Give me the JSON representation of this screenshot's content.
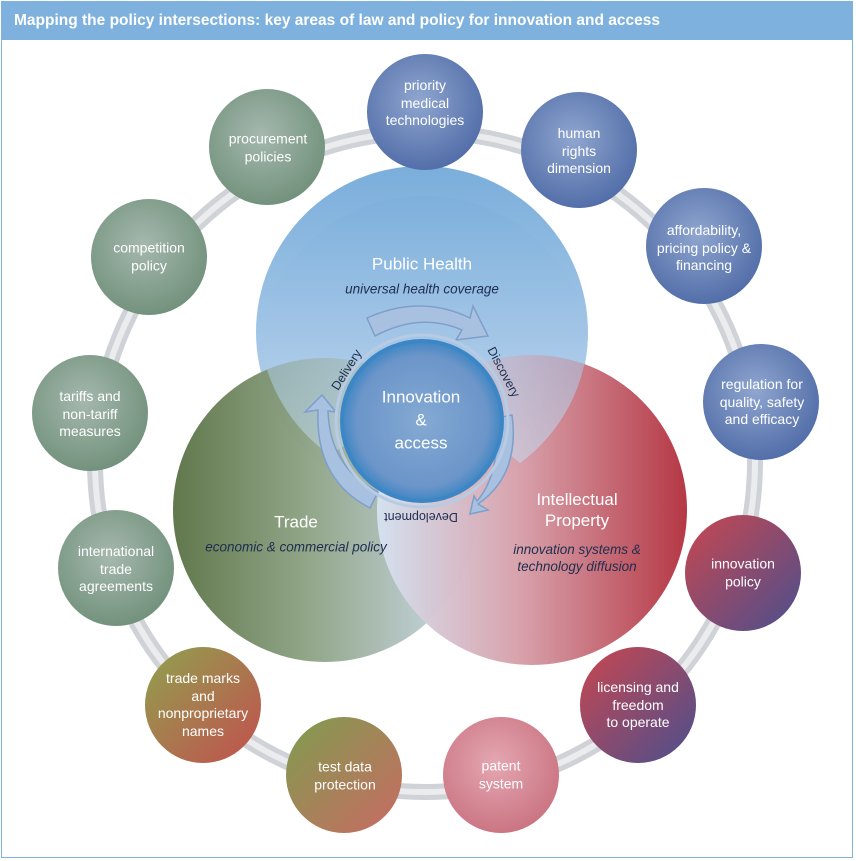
{
  "title": "Mapping the policy intersections: key areas of law and policy for innovation and access",
  "center": {
    "label": "Innovation\n&\naccess"
  },
  "cycle": {
    "delivery": "Delivery",
    "discovery": "Discovery",
    "development": "Development"
  },
  "domains": {
    "public_health": {
      "title": "Public Health",
      "subtitle": "universal health coverage"
    },
    "trade": {
      "title": "Trade",
      "subtitle": "economic & commercial policy"
    },
    "ip": {
      "title": "Intellectual\nProperty",
      "subtitle": "innovation systems &\ntechnology diffusion"
    }
  },
  "nodes": [
    {
      "id": "priority-medical-technologies",
      "label": "priority\nmedical\ntechnologies",
      "color_group": "public-health"
    },
    {
      "id": "human-rights-dimension",
      "label": "human\nrights\ndimension",
      "color_group": "public-health"
    },
    {
      "id": "affordability-pricing",
      "label": "affordability,\npricing policy &\nfinancing",
      "color_group": "public-health"
    },
    {
      "id": "regulation-quality",
      "label": "regulation for\nquality, safety\nand efficacy",
      "color_group": "public-health"
    },
    {
      "id": "innovation-policy",
      "label": "innovation\npolicy",
      "color_group": "ip"
    },
    {
      "id": "licensing-freedom",
      "label": "licensing and\nfreedom\nto operate",
      "color_group": "ip"
    },
    {
      "id": "patent-system",
      "label": "patent\nsystem",
      "color_group": "ip-light"
    },
    {
      "id": "test-data-protection",
      "label": "test data\nprotection",
      "color_group": "trade-ip"
    },
    {
      "id": "trade-marks",
      "label": "trade marks\nand\nnonproprietary\nnames",
      "color_group": "trade-ip"
    },
    {
      "id": "international-trade-agreements",
      "label": "international\ntrade\nagreements",
      "color_group": "trade"
    },
    {
      "id": "tariffs",
      "label": "tariffs and\nnon-tariff\nmeasures",
      "color_group": "trade"
    },
    {
      "id": "competition-policy",
      "label": "competition\npolicy",
      "color_group": "trade"
    },
    {
      "id": "procurement-policies",
      "label": "procurement\npolicies",
      "color_group": "trade"
    }
  ],
  "colors": {
    "title_bar": "#7eb1dd",
    "public_health": "#5a77b0",
    "trade": "#7f9a83",
    "ip": "#b04a5a",
    "ip_light": "#cf7f8f",
    "trade_ip": "#9aa561",
    "ring": "#d9dbdf"
  }
}
